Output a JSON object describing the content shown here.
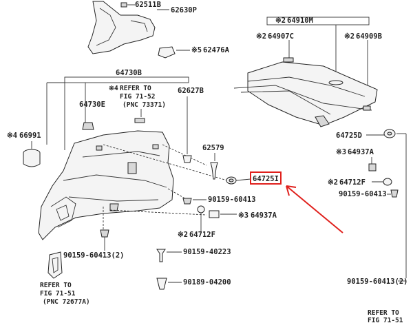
{
  "labels": {
    "p62511B": "62511B",
    "p62630P": "62630P",
    "p62476A": "62476A",
    "p64910M": "64910M",
    "p64907C": "64907C",
    "p64909B": "64909B",
    "p64730B": "64730B",
    "p62627B": "62627B",
    "p64730E": "64730E",
    "p66991": "66991",
    "p62579": "62579",
    "p64725I": "64725I",
    "p64725D": "64725D",
    "p64937A_r": "64937A",
    "p64712F_r": "64712F",
    "p9015960413_r": "90159-60413",
    "p9015960413_m": "90159-60413",
    "p64937A_m": "64937A",
    "p64712F_m": "64712F",
    "p9015960413_2": "90159-60413(2)",
    "p9015940223": "90159-40223",
    "p9018904200": "90189-04200",
    "p9015960413_2r": "90159-60413(2)"
  },
  "marks": {
    "x2": "※2",
    "x3": "※3",
    "x4": "※4",
    "x5": "※5"
  },
  "refs": {
    "r1_l1": "REFER TO",
    "r1_l2": "FIG 71-52",
    "r1_l3": "(PNC 73371)",
    "r2_l1": "REFER TO",
    "r2_l2": "FIG 71-51",
    "r2_l3": "(PNC 72677A)",
    "r3_l1": "REFER TO",
    "r3_l2": "FIG 71-51"
  },
  "highlight_color": "#e0201c"
}
